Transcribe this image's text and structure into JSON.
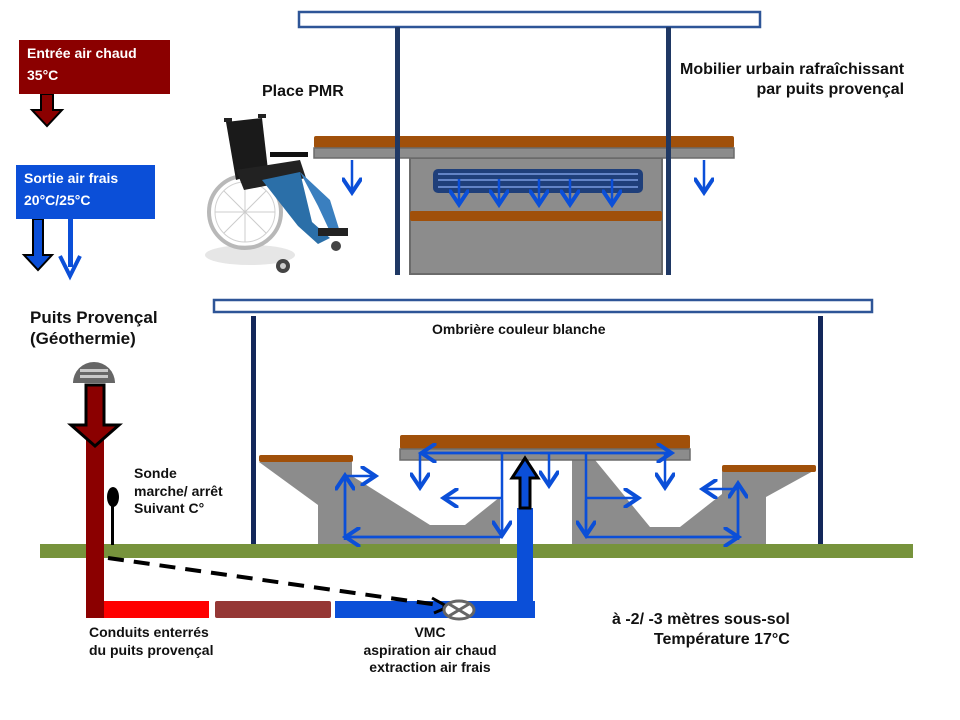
{
  "diagram": {
    "title": "Mobilier urbain rafraîchissant par puits provençal",
    "legend_boxes": {
      "hot_air": {
        "line1": "Entrée air chaud",
        "line2": "35°C",
        "color": "#8b0000"
      },
      "cold_air": {
        "line1": "Sortie air frais",
        "line2": "20°C/25°C",
        "color": "#0b4fd8"
      }
    },
    "labels": {
      "place_pmr": "Place PMR",
      "mobilier_line1": "Mobilier urbain rafraîchissant",
      "mobilier_line2": "par puits provençal",
      "puits_line1": "Puits Provençal",
      "puits_line2": "(Géothermie)",
      "ombriere": "Ombrière couleur blanche",
      "sonde_line1": "Sonde",
      "sonde_line2": "marche/ arrêt",
      "sonde_line3": "Suivant C°",
      "conduits_line1": "Conduits enterrés",
      "conduits_line2": "du puits provençal",
      "vmc_line1": "VMC",
      "vmc_line2": "aspiration air chaud",
      "vmc_line3": "extraction air frais",
      "depth_line1": "à -2/ -3 mètres sous-sol",
      "depth_line2": "Température 17°C"
    },
    "colors": {
      "hot": "#8b0000",
      "hot_pipe_red": "#ff0000",
      "hot_pipe_brown": "#953735",
      "cold": "#0b4fd8",
      "ground": "#77933c",
      "wood": "#a0500a",
      "concrete": "#8c8c8c",
      "post": "#1f3864",
      "roof_border": "#2e5597"
    },
    "icons": {
      "wheelchair": "wheelchair-icon",
      "vent_cap": "vent-cap-icon",
      "sensor": "sensor-probe-icon",
      "fan": "fan-valve-icon"
    }
  }
}
